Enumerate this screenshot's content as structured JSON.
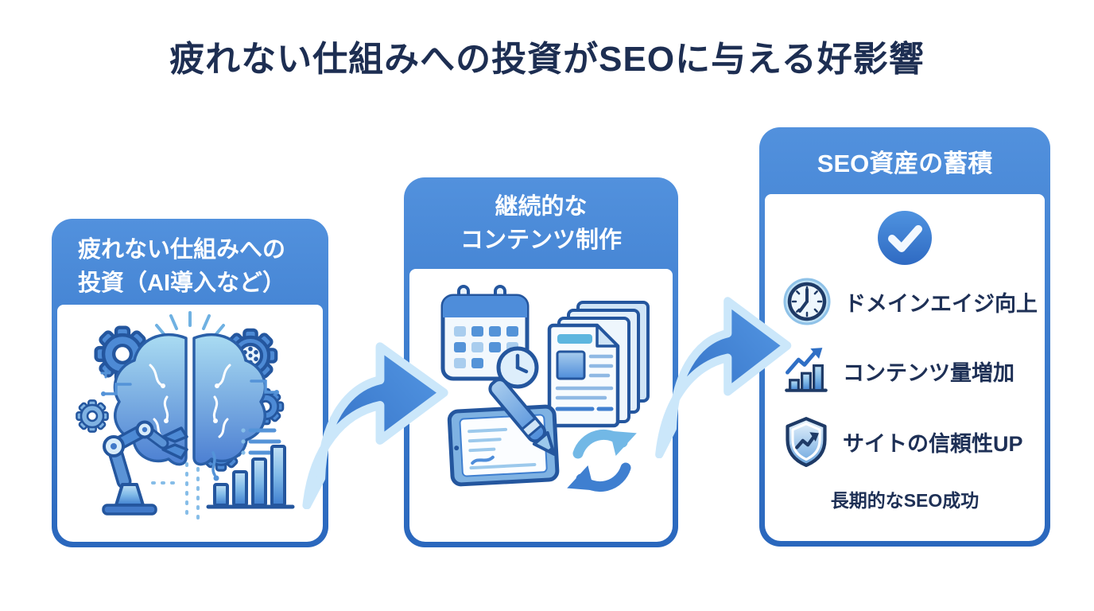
{
  "title": "疲れない仕組みへの投資がSEOに与える好影響",
  "cards": {
    "investment": {
      "header_line1": "疲れない仕組みへの",
      "header_line2": "投資（AI導入など）",
      "illustration_parts": [
        "gear-icon",
        "ai-gear-icon",
        "brain-icon",
        "circuit-lines",
        "robot-arm-icon",
        "growth-bars-icon"
      ]
    },
    "production": {
      "header_line1": "継続的な",
      "header_line2": "コンテンツ制作",
      "illustration_parts": [
        "calendar-icon",
        "clock-icon",
        "document-stack-icon",
        "tablet-icon",
        "pen-icon",
        "refresh-cycle-icon"
      ]
    },
    "assets": {
      "header": "SEO資産の蓄積",
      "check_icon": "check-circle-icon",
      "items": [
        {
          "icon": "clock-icon",
          "label": "ドメインエイジ向上"
        },
        {
          "icon": "bar-chart-up-icon",
          "label": "コンテンツ量増加"
        },
        {
          "icon": "shield-trend-icon",
          "label": "サイトの信頼性UP"
        }
      ],
      "footer": "長期的なSEO成功"
    }
  },
  "flow": {
    "arrow1": "curved-arrow-right",
    "arrow2": "curved-arrow-right"
  },
  "colors": {
    "background": "#ffffff",
    "title_text": "#1d2e52",
    "header_blue_top": "#5291dd",
    "header_blue_bottom": "#2a67bd",
    "label_text": "#1e3056",
    "icon_navy": "#24569e",
    "icon_blue": "#3f7fd0",
    "icon_light_blue": "#cfe4f6",
    "arrow_glow": "#cbe7fa"
  }
}
